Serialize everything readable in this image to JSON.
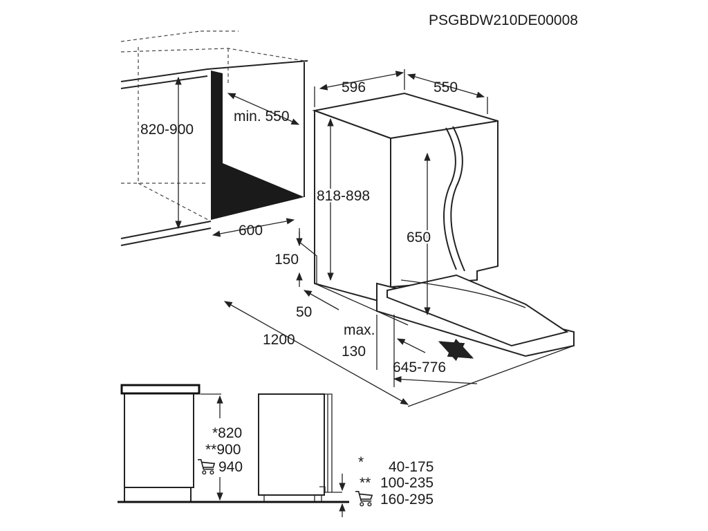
{
  "model_code": "PSGBDW210DE00008",
  "dimensions": {
    "niche_height": "820-900",
    "niche_depth": "min. 550",
    "niche_width": "600",
    "appliance_width": "596",
    "appliance_depth": "550",
    "appliance_height": "818-898",
    "door_height": "650",
    "plinth_height": "150",
    "plinth_offset": "50",
    "max_label": "max.",
    "max_value": "130",
    "clearance": "1200",
    "door_range": "645-776"
  },
  "side_view": {
    "height_1": "*820",
    "height_2": "**900",
    "height_3": "940",
    "plinth_1_marker": "*",
    "plinth_1": "40-175",
    "plinth_2_marker": "**",
    "plinth_2": "100-235",
    "plinth_3": "160-295"
  },
  "icons": [
    "shopping-cart-icon"
  ],
  "colors": {
    "line": "#222222",
    "niche_fill": "#1a1a1a"
  }
}
